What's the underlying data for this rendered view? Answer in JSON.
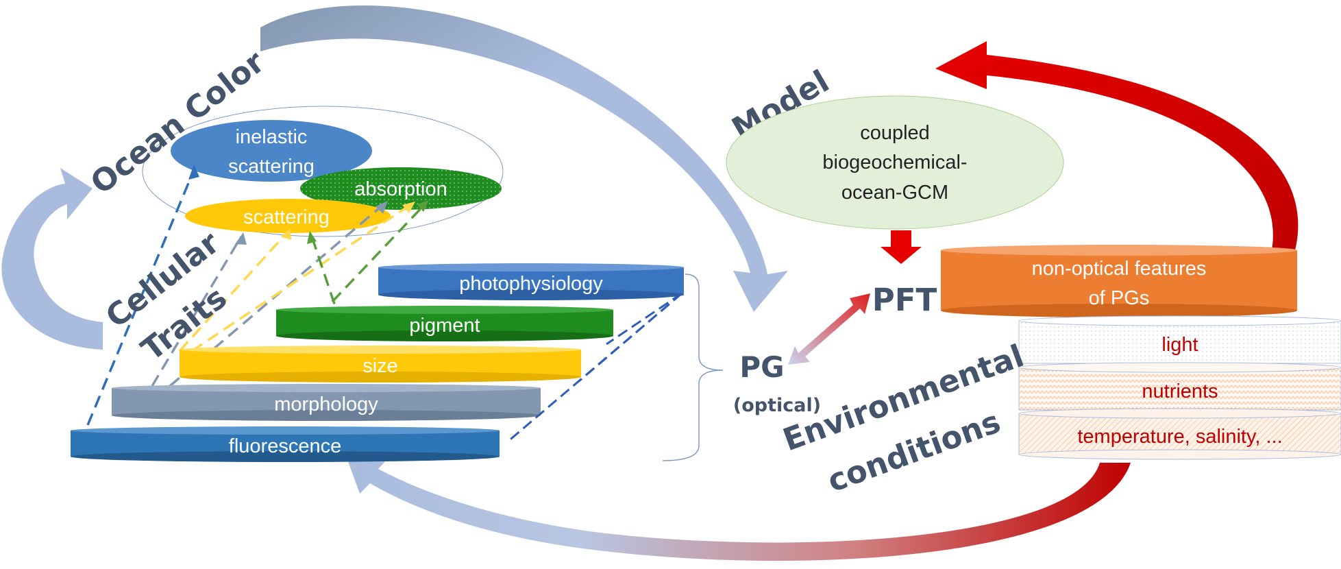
{
  "colors": {
    "steel": "#44546a",
    "light_arrow": "#a9bcde",
    "dark_arrow": "#8497b0",
    "red": "#e00000",
    "blue": "#3a75c2",
    "green": "#1e8c1e",
    "yellow": "#ffc90a",
    "gray_blue": "#8497b0",
    "orange": "#ed7d31",
    "dark_red_text": "#c00000",
    "model_fill": "#e2efd9"
  },
  "labels": {
    "ocean_color": "Ocean Color",
    "cellular": "Cellular",
    "traits": "Traits",
    "model": "Model",
    "pg": "PG",
    "pg_optical": "(optical)",
    "pft": "PFT",
    "environmental": "Environmental",
    "conditions": "conditions"
  },
  "optics": {
    "inelastic_line1": "inelastic",
    "inelastic_line2": "scattering",
    "absorption": "absorption",
    "scattering": "scattering"
  },
  "traits_discs": {
    "photophysiology": "photophysiology",
    "pigment": "pigment",
    "size": "size",
    "morphology": "morphology",
    "fluorescence": "fluorescence"
  },
  "model_box": {
    "line1": "coupled",
    "line2": "biogeochemical-",
    "line3": "ocean-GCM"
  },
  "pft_stack": {
    "nonoptical_line1": "non-optical features",
    "nonoptical_line2": "of PGs",
    "light": "light",
    "nutrients": "nutrients",
    "temperature": "temperature, salinity, ..."
  }
}
